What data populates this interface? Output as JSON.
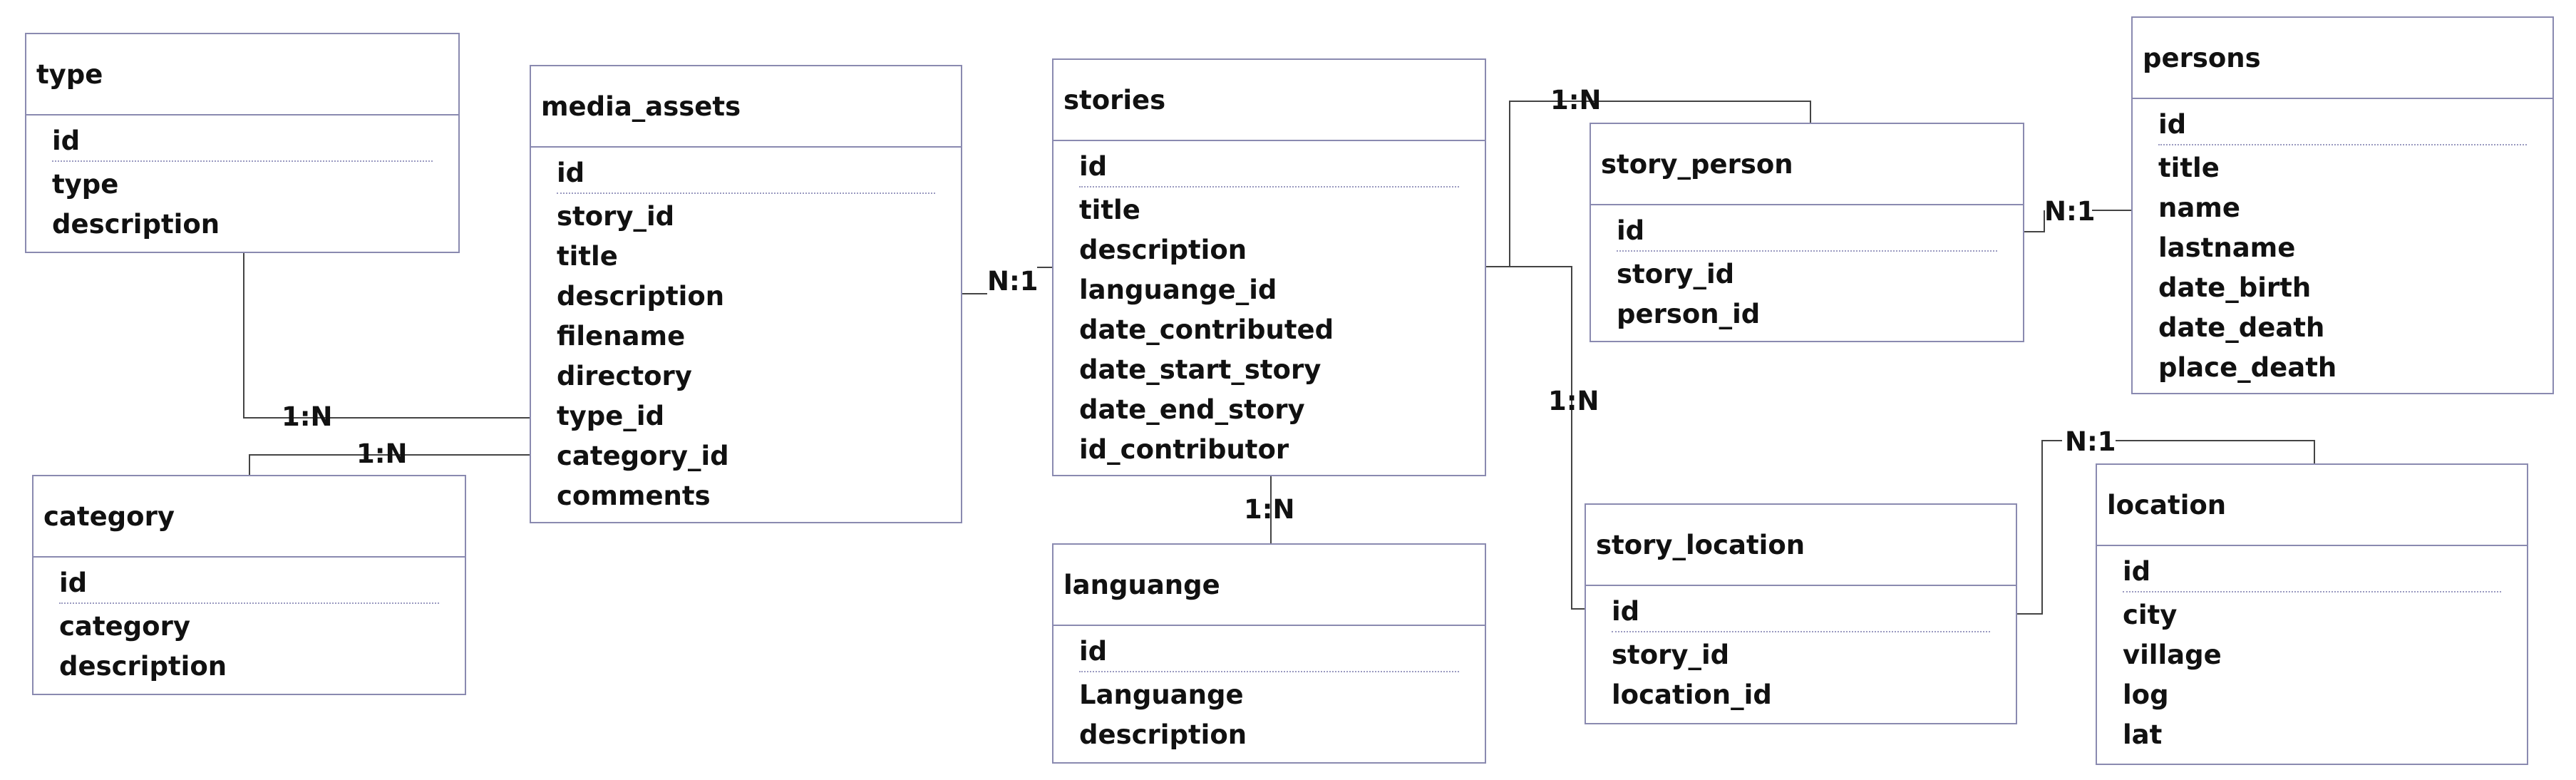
{
  "entities": {
    "type": {
      "name": "type",
      "pk": "id",
      "attrs": [
        "type",
        "description"
      ]
    },
    "media_assets": {
      "name": "media_assets",
      "pk": "id",
      "attrs": [
        "story_id",
        "title",
        "description",
        "filename",
        "directory",
        "type_id",
        "category_id",
        "comments"
      ]
    },
    "category": {
      "name": "category",
      "pk": "id",
      "attrs": [
        "category",
        "description"
      ]
    },
    "stories": {
      "name": "stories",
      "pk": "id",
      "attrs": [
        "title",
        "description",
        "languange_id",
        "date_contributed",
        "date_start_story",
        "date_end_story",
        "id_contributor"
      ]
    },
    "languange": {
      "name": "languange",
      "pk": "id",
      "attrs": [
        "Languange",
        "description"
      ]
    },
    "story_person": {
      "name": "story_person",
      "pk": "id",
      "attrs": [
        "story_id",
        "person_id"
      ]
    },
    "persons": {
      "name": "persons",
      "pk": "id",
      "attrs": [
        "title",
        "name",
        "lastname",
        "date_birth",
        "date_death",
        "place_death"
      ]
    },
    "story_location": {
      "name": "story_location",
      "pk": "id",
      "attrs": [
        "story_id",
        "location_id"
      ]
    },
    "location": {
      "name": "location",
      "pk": "id",
      "attrs": [
        "city",
        "village",
        "log",
        "lat"
      ]
    }
  },
  "relations": {
    "type_media": "1:N",
    "category_media": "1:N",
    "media_stories": "N:1",
    "stories_languange": "1:N",
    "stories_story_person": "1:N",
    "story_person_persons": "N:1",
    "stories_story_location": "1:N",
    "story_location_location": "N:1"
  }
}
